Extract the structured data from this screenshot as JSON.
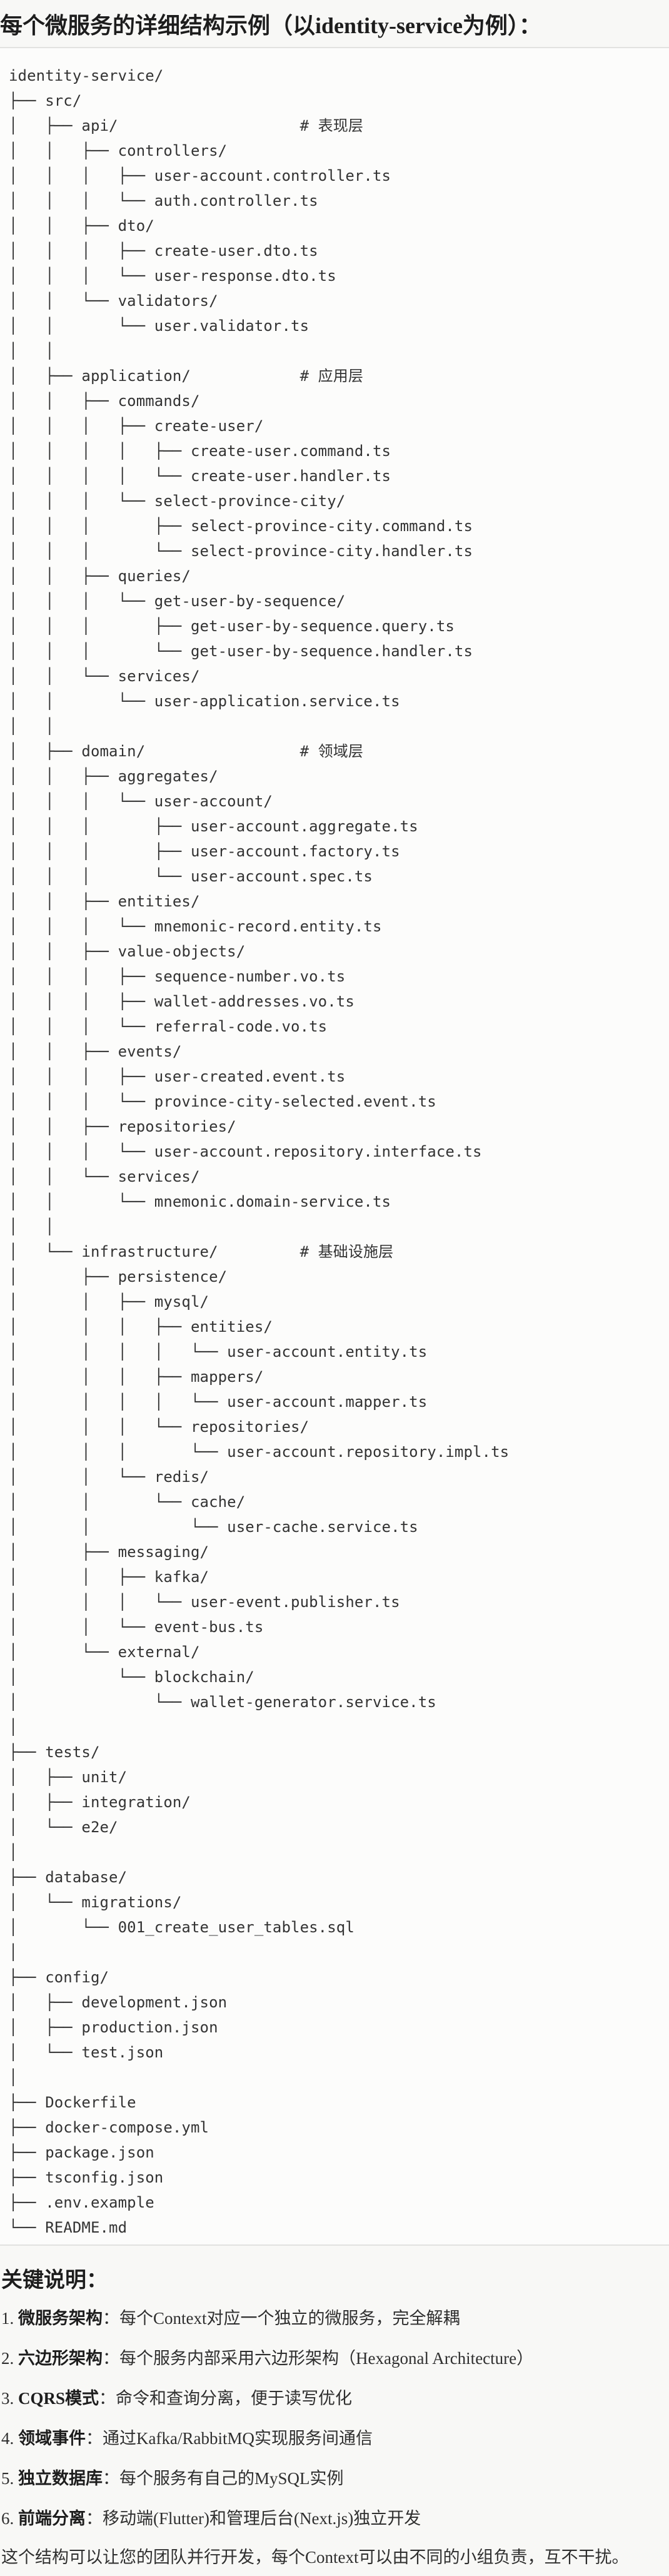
{
  "title": "每个微服务的详细结构示例（以identity-service为例）：",
  "tree": [
    "identity-service/",
    "├── src/",
    "│   ├── api/                    # 表现层",
    "│   │   ├── controllers/",
    "│   │   │   ├── user-account.controller.ts",
    "│   │   │   └── auth.controller.ts",
    "│   │   ├── dto/",
    "│   │   │   ├── create-user.dto.ts",
    "│   │   │   └── user-response.dto.ts",
    "│   │   └── validators/",
    "│   │       └── user.validator.ts",
    "│   │",
    "│   ├── application/            # 应用层",
    "│   │   ├── commands/",
    "│   │   │   ├── create-user/",
    "│   │   │   │   ├── create-user.command.ts",
    "│   │   │   │   └── create-user.handler.ts",
    "│   │   │   └── select-province-city/",
    "│   │   │       ├── select-province-city.command.ts",
    "│   │   │       └── select-province-city.handler.ts",
    "│   │   ├── queries/",
    "│   │   │   └── get-user-by-sequence/",
    "│   │   │       ├── get-user-by-sequence.query.ts",
    "│   │   │       └── get-user-by-sequence.handler.ts",
    "│   │   └── services/",
    "│   │       └── user-application.service.ts",
    "│   │",
    "│   ├── domain/                 # 领域层",
    "│   │   ├── aggregates/",
    "│   │   │   └── user-account/",
    "│   │   │       ├── user-account.aggregate.ts",
    "│   │   │       ├── user-account.factory.ts",
    "│   │   │       └── user-account.spec.ts",
    "│   │   ├── entities/",
    "│   │   │   └── mnemonic-record.entity.ts",
    "│   │   ├── value-objects/",
    "│   │   │   ├── sequence-number.vo.ts",
    "│   │   │   ├── wallet-addresses.vo.ts",
    "│   │   │   └── referral-code.vo.ts",
    "│   │   ├── events/",
    "│   │   │   ├── user-created.event.ts",
    "│   │   │   └── province-city-selected.event.ts",
    "│   │   ├── repositories/",
    "│   │   │   └── user-account.repository.interface.ts",
    "│   │   └── services/",
    "│   │       └── mnemonic.domain-service.ts",
    "│   │",
    "│   └── infrastructure/         # 基础设施层",
    "│       ├── persistence/",
    "│       │   ├── mysql/",
    "│       │   │   ├── entities/",
    "│       │   │   │   └── user-account.entity.ts",
    "│       │   │   ├── mappers/",
    "│       │   │   │   └── user-account.mapper.ts",
    "│       │   │   └── repositories/",
    "│       │   │       └── user-account.repository.impl.ts",
    "│       │   └── redis/",
    "│       │       └── cache/",
    "│       │           └── user-cache.service.ts",
    "│       ├── messaging/",
    "│       │   ├── kafka/",
    "│       │   │   └── user-event.publisher.ts",
    "│       │   └── event-bus.ts",
    "│       └── external/",
    "│           └── blockchain/",
    "│               └── wallet-generator.service.ts",
    "│",
    "├── tests/",
    "│   ├── unit/",
    "│   ├── integration/",
    "│   └── e2e/",
    "│",
    "├── database/",
    "│   └── migrations/",
    "│       └── 001_create_user_tables.sql",
    "│",
    "├── config/",
    "│   ├── development.json",
    "│   ├── production.json",
    "│   └── test.json",
    "│",
    "├── Dockerfile",
    "├── docker-compose.yml",
    "├── package.json",
    "├── tsconfig.json",
    "├── .env.example",
    "└── README.md"
  ],
  "notes": {
    "heading": "关键说明：",
    "items": [
      {
        "num": "1. ",
        "term": "微服务架构",
        "text": "：每个Context对应一个独立的微服务，完全解耦"
      },
      {
        "num": "2. ",
        "term": "六边形架构",
        "text": "：每个服务内部采用六边形架构（Hexagonal Architecture）"
      },
      {
        "num": "3. ",
        "term": "CQRS模式",
        "text": "：命令和查询分离，便于读写优化"
      },
      {
        "num": "4. ",
        "term": "领域事件",
        "text": "：通过Kafka/RabbitMQ实现服务间通信"
      },
      {
        "num": "5. ",
        "term": "独立数据库",
        "text": "：每个服务有自己的MySQL实例"
      },
      {
        "num": "6. ",
        "term": "前端分离",
        "text": "：移动端(Flutter)和管理后台(Next.js)独立开发"
      }
    ],
    "summary": "这个结构可以让您的团队并行开发，每个Context可以由不同的小组负责，互不干扰。"
  }
}
